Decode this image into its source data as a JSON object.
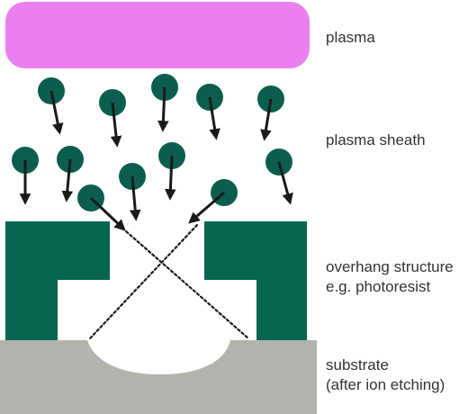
{
  "labels": {
    "plasma": "plasma",
    "sheath": "plasma sheath",
    "structure_line1": "overhang structure",
    "structure_line2": "e.g. photoresist",
    "substrate_line1": "substrate",
    "substrate_line2": "(after ion etching)"
  },
  "colors": {
    "plasma": "#ea80f0",
    "ion": "#0b5e4e",
    "structure": "#07654f",
    "substrate": "#b3b3ae",
    "arrow": "#1a1a1a",
    "text": "#333333"
  }
}
